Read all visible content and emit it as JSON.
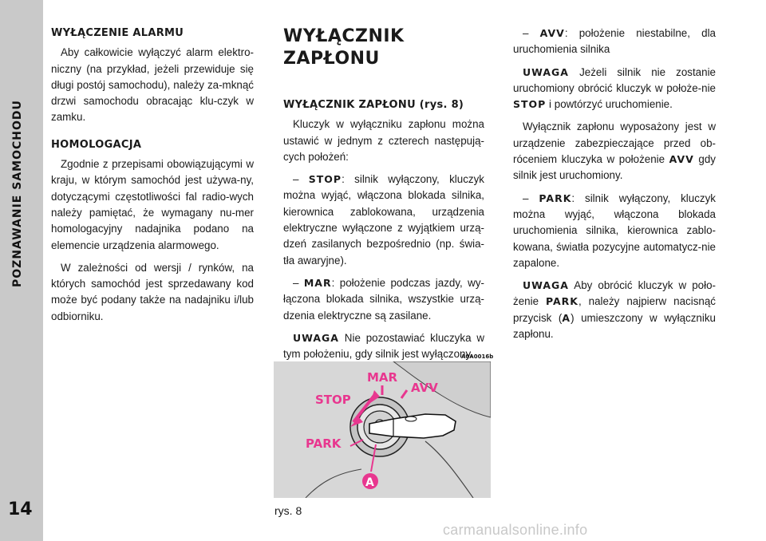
{
  "sidebar": {
    "title": "POZNAWANIE SAMOCHODU",
    "page_number": "14"
  },
  "col1": {
    "h1": "WYŁĄCZENIE ALARMU",
    "p1": "Aby całkowicie wyłączyć alarm elektro-niczny (na przykład, jeżeli przewiduje się długi postój samochodu), należy za-mknąć drzwi samochodu obracając klu-czyk w zamku.",
    "h2": "HOMOLOGACJA",
    "p2": "Zgodnie z przepisami obowiązującymi w kraju, w którym samochód jest używa-ny, dotyczącymi częstotliwości fal radio-wych należy pamiętać, że wymagany nu-mer homologacyjny nadajnika podano na elemencie urządzenia alarmowego.",
    "p3": "W zależności od wersji / rynków, na których samochód jest sprzedawany kod może być podany także na nadajniku i/lub odbiorniku."
  },
  "col2": {
    "title": "WYŁĄCZNIK ZAPŁONU",
    "subheading": "WYŁĄCZNIK ZAPŁONU (rys. 8)",
    "intro": "Kluczyk w wyłączniku zapłonu można ustawić w jednym z czterech następują-cych położeń:",
    "stop_label": "STOP",
    "stop_text": ": silnik wyłączony, kluczyk można wyjąć, włączona blokada silnika, kierownica zablokowana, urządzenia elektryczne wyłączone z wyjątkiem urzą-dzeń zasilanych bezpośrednio (np. świa-tła awaryjne).",
    "mar_label": "MAR",
    "mar_text": ": położenie podczas jazdy, wy-łączona blokada silnika, wszystkie urzą-dzenia elektryczne są zasilane.",
    "uwaga_label": "UWAGA",
    "uwaga_text": " Nie pozostawiać kluczyka w tym położeniu, gdy silnik jest wyłączony."
  },
  "col3": {
    "avv_label": "AVV",
    "avv_text": ": położenie niestabilne, dla uruchomienia silnika",
    "uwaga1_label": "UWAGA",
    "uwaga1_text_a": " Jeżeli silnik nie zostanie uruchomiony obrócić kluczyk w położe-nie ",
    "uwaga1_stop": "STOP",
    "uwaga1_text_b": " i powtórzyć uruchomienie.",
    "p_anti_a": "Wyłącznik zapłonu wyposażony jest w urządzenie zabezpieczające przed ob-róceniem kluczyka w położenie ",
    "p_anti_avv": "AVV",
    "p_anti_b": " gdy silnik jest uruchomiony.",
    "park_label": "PARK",
    "park_text": ": silnik wyłączony, kluczyk można wyjąć, włączona blokada uruchomienia silnika, kierownica zablo-kowana, światła pozycyjne automatycz-nie zapalone.",
    "uwaga2_label": "UWAGA",
    "uwaga2_text_a": " Aby obrócić kluczyk w poło-żenie ",
    "uwaga2_park": "PARK",
    "uwaga2_text_b": ", należy najpierw nacisnąć przycisk (",
    "uwaga2_a": "A",
    "uwaga2_text_c": ") umieszczony w wyłączniku zapłonu."
  },
  "figure": {
    "code": "A0A0016b",
    "caption": "rys. 8",
    "label_mar": "MAR",
    "label_avv": "AVV",
    "label_stop": "STOP",
    "label_park": "PARK",
    "label_a": "A",
    "accent_color": "#e8378f"
  },
  "watermark": "carmanualsonline.info"
}
